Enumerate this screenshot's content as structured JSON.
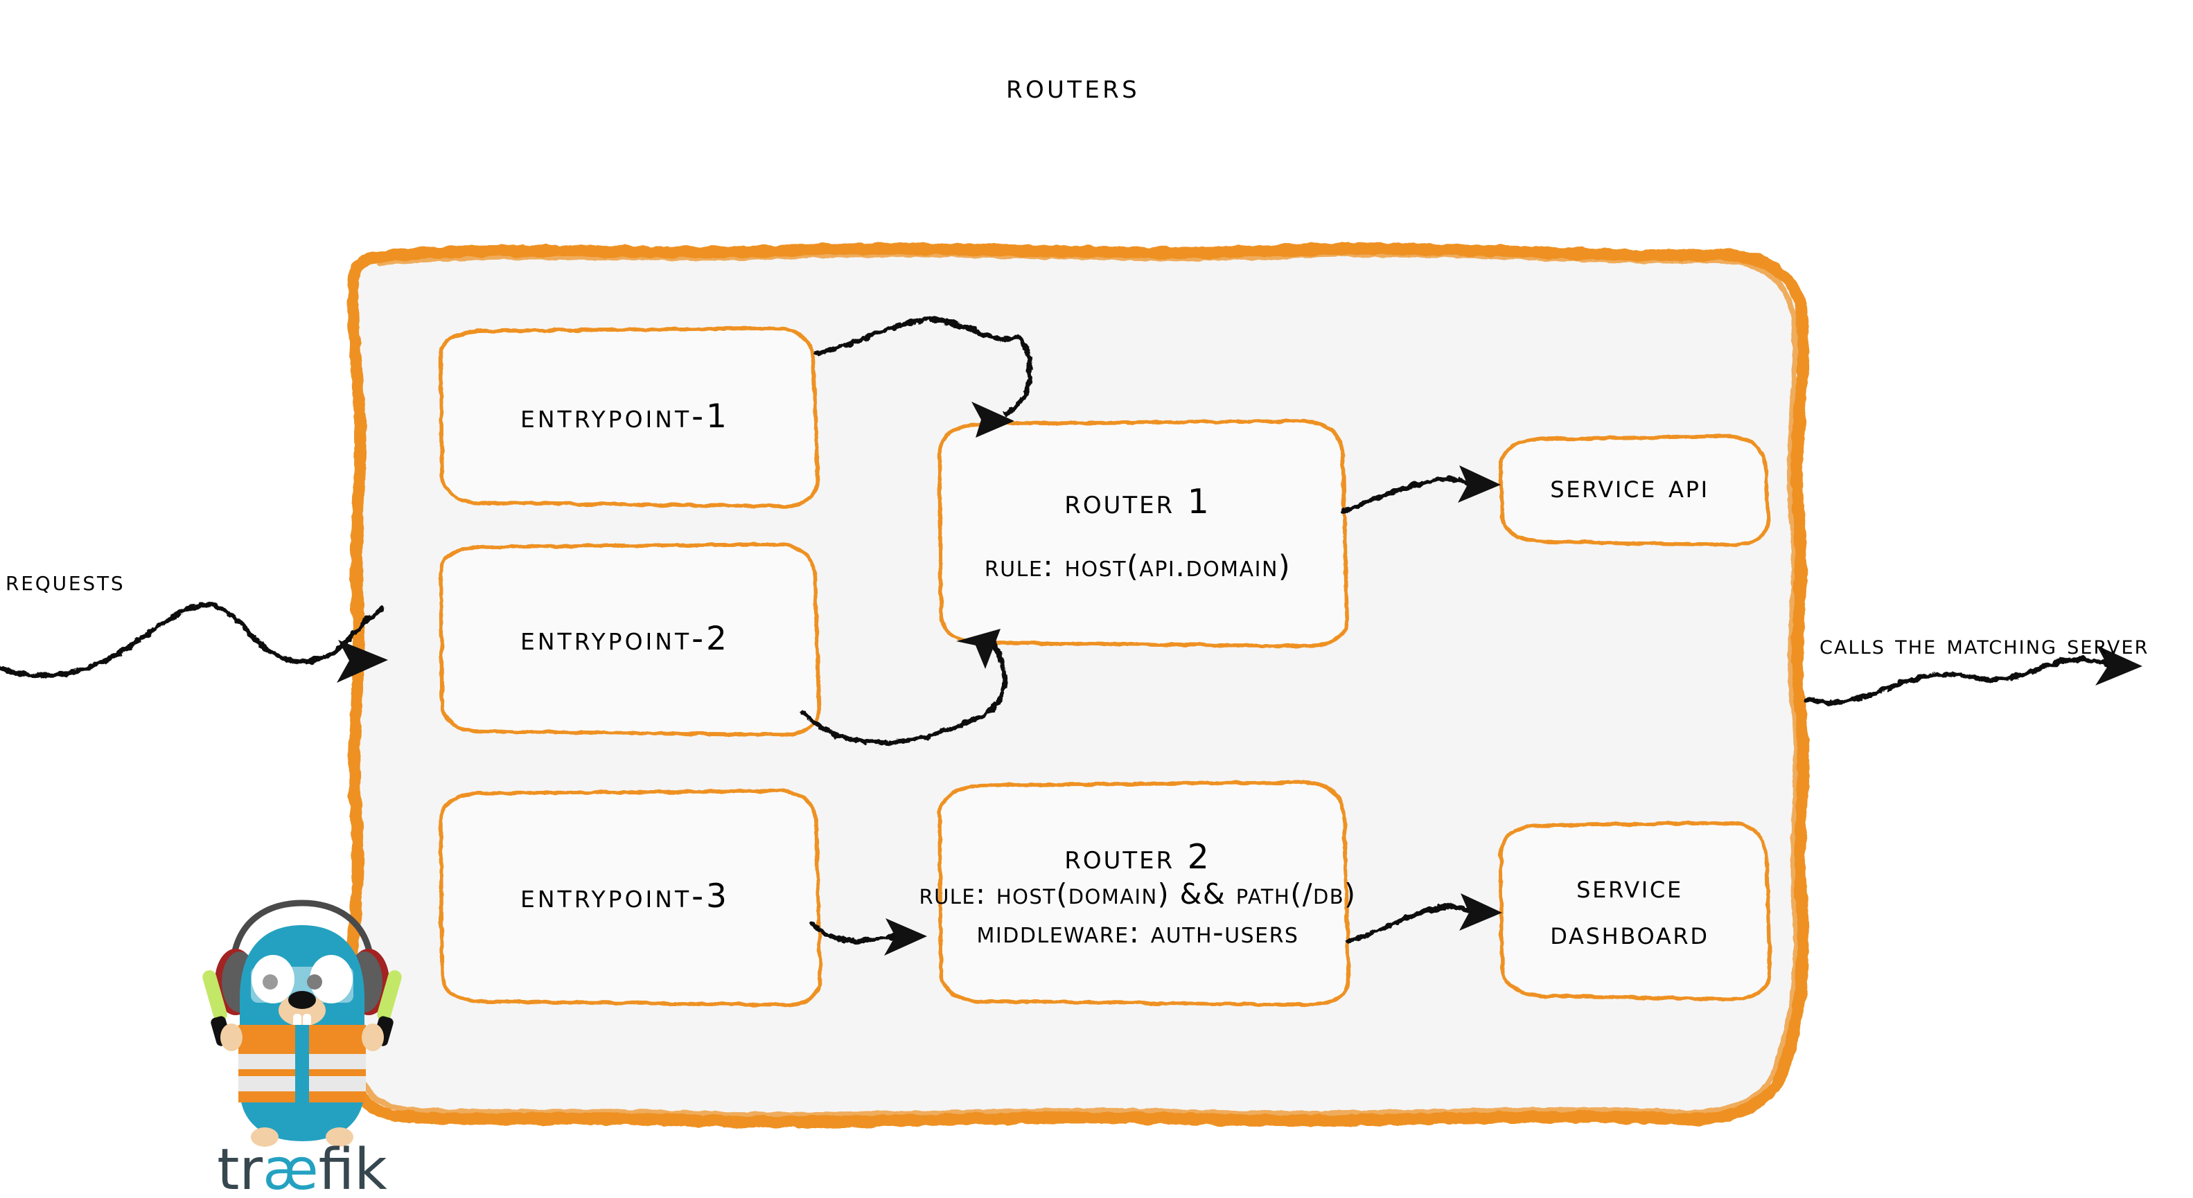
{
  "diagram": {
    "title": "Routers",
    "type": "traefik-routers-architecture",
    "background_color": "#ffffff",
    "container": {
      "name": "routers-container",
      "fill_color": "#f5f5f5",
      "border_color": "#ee9122",
      "style": "hand-drawn-brush"
    },
    "accent_color": "#ee9122",
    "text_color": "#000000"
  },
  "labels": {
    "requests": "Requests",
    "calls_matching_server": "Calls the matching server"
  },
  "entrypoints": [
    {
      "id": "entrypoint-1",
      "label": "entrypoint-1"
    },
    {
      "id": "entrypoint-2",
      "label": "entrypoint-2"
    },
    {
      "id": "entrypoint-3",
      "label": "entrypoint-3"
    }
  ],
  "routers": [
    {
      "id": "router-1",
      "title": "Router 1",
      "rule": "rule: Host(api.domain)",
      "middleware": null
    },
    {
      "id": "router-2",
      "title": "Router 2",
      "rule": "rule: Host(domain) && Path(/db)",
      "middleware": "Middleware: auth-users"
    }
  ],
  "services": [
    {
      "id": "service-api",
      "lines": [
        "Service API"
      ]
    },
    {
      "id": "service-dashboard",
      "lines": [
        "Service",
        "Dashboard"
      ]
    }
  ],
  "connections": [
    {
      "from": "requests",
      "to": "routers-container",
      "style": "wavy-arrow"
    },
    {
      "from": "entrypoint-1",
      "to": "router-1",
      "style": "wavy-arrow"
    },
    {
      "from": "entrypoint-2",
      "to": "router-1",
      "style": "wavy-arrow"
    },
    {
      "from": "entrypoint-3",
      "to": "router-2",
      "style": "wavy-arrow"
    },
    {
      "from": "router-1",
      "to": "service-api",
      "style": "wavy-arrow"
    },
    {
      "from": "router-2",
      "to": "service-dashboard",
      "style": "wavy-arrow"
    },
    {
      "from": "routers-container",
      "to": "calls-matching-server",
      "style": "wavy-arrow"
    }
  ],
  "logo": {
    "name": "traefik-logo",
    "wordmark_prefix": "tr",
    "wordmark_ligature": "æ",
    "wordmark_suffix": "fik",
    "wordmark_color": "#37474f",
    "ligature_color": "#24a1c1",
    "mascot": {
      "name": "traefik-gopher-mascot",
      "body_color": "#24a1c1",
      "vest_color": "#ef8b22",
      "stripe_color": "#e8e8e8",
      "wand_color": "#c3e868",
      "headphone_color": "#4a4a4a",
      "headphone_accent": "#a32222",
      "muzzle_color": "#f2cfa4"
    }
  }
}
